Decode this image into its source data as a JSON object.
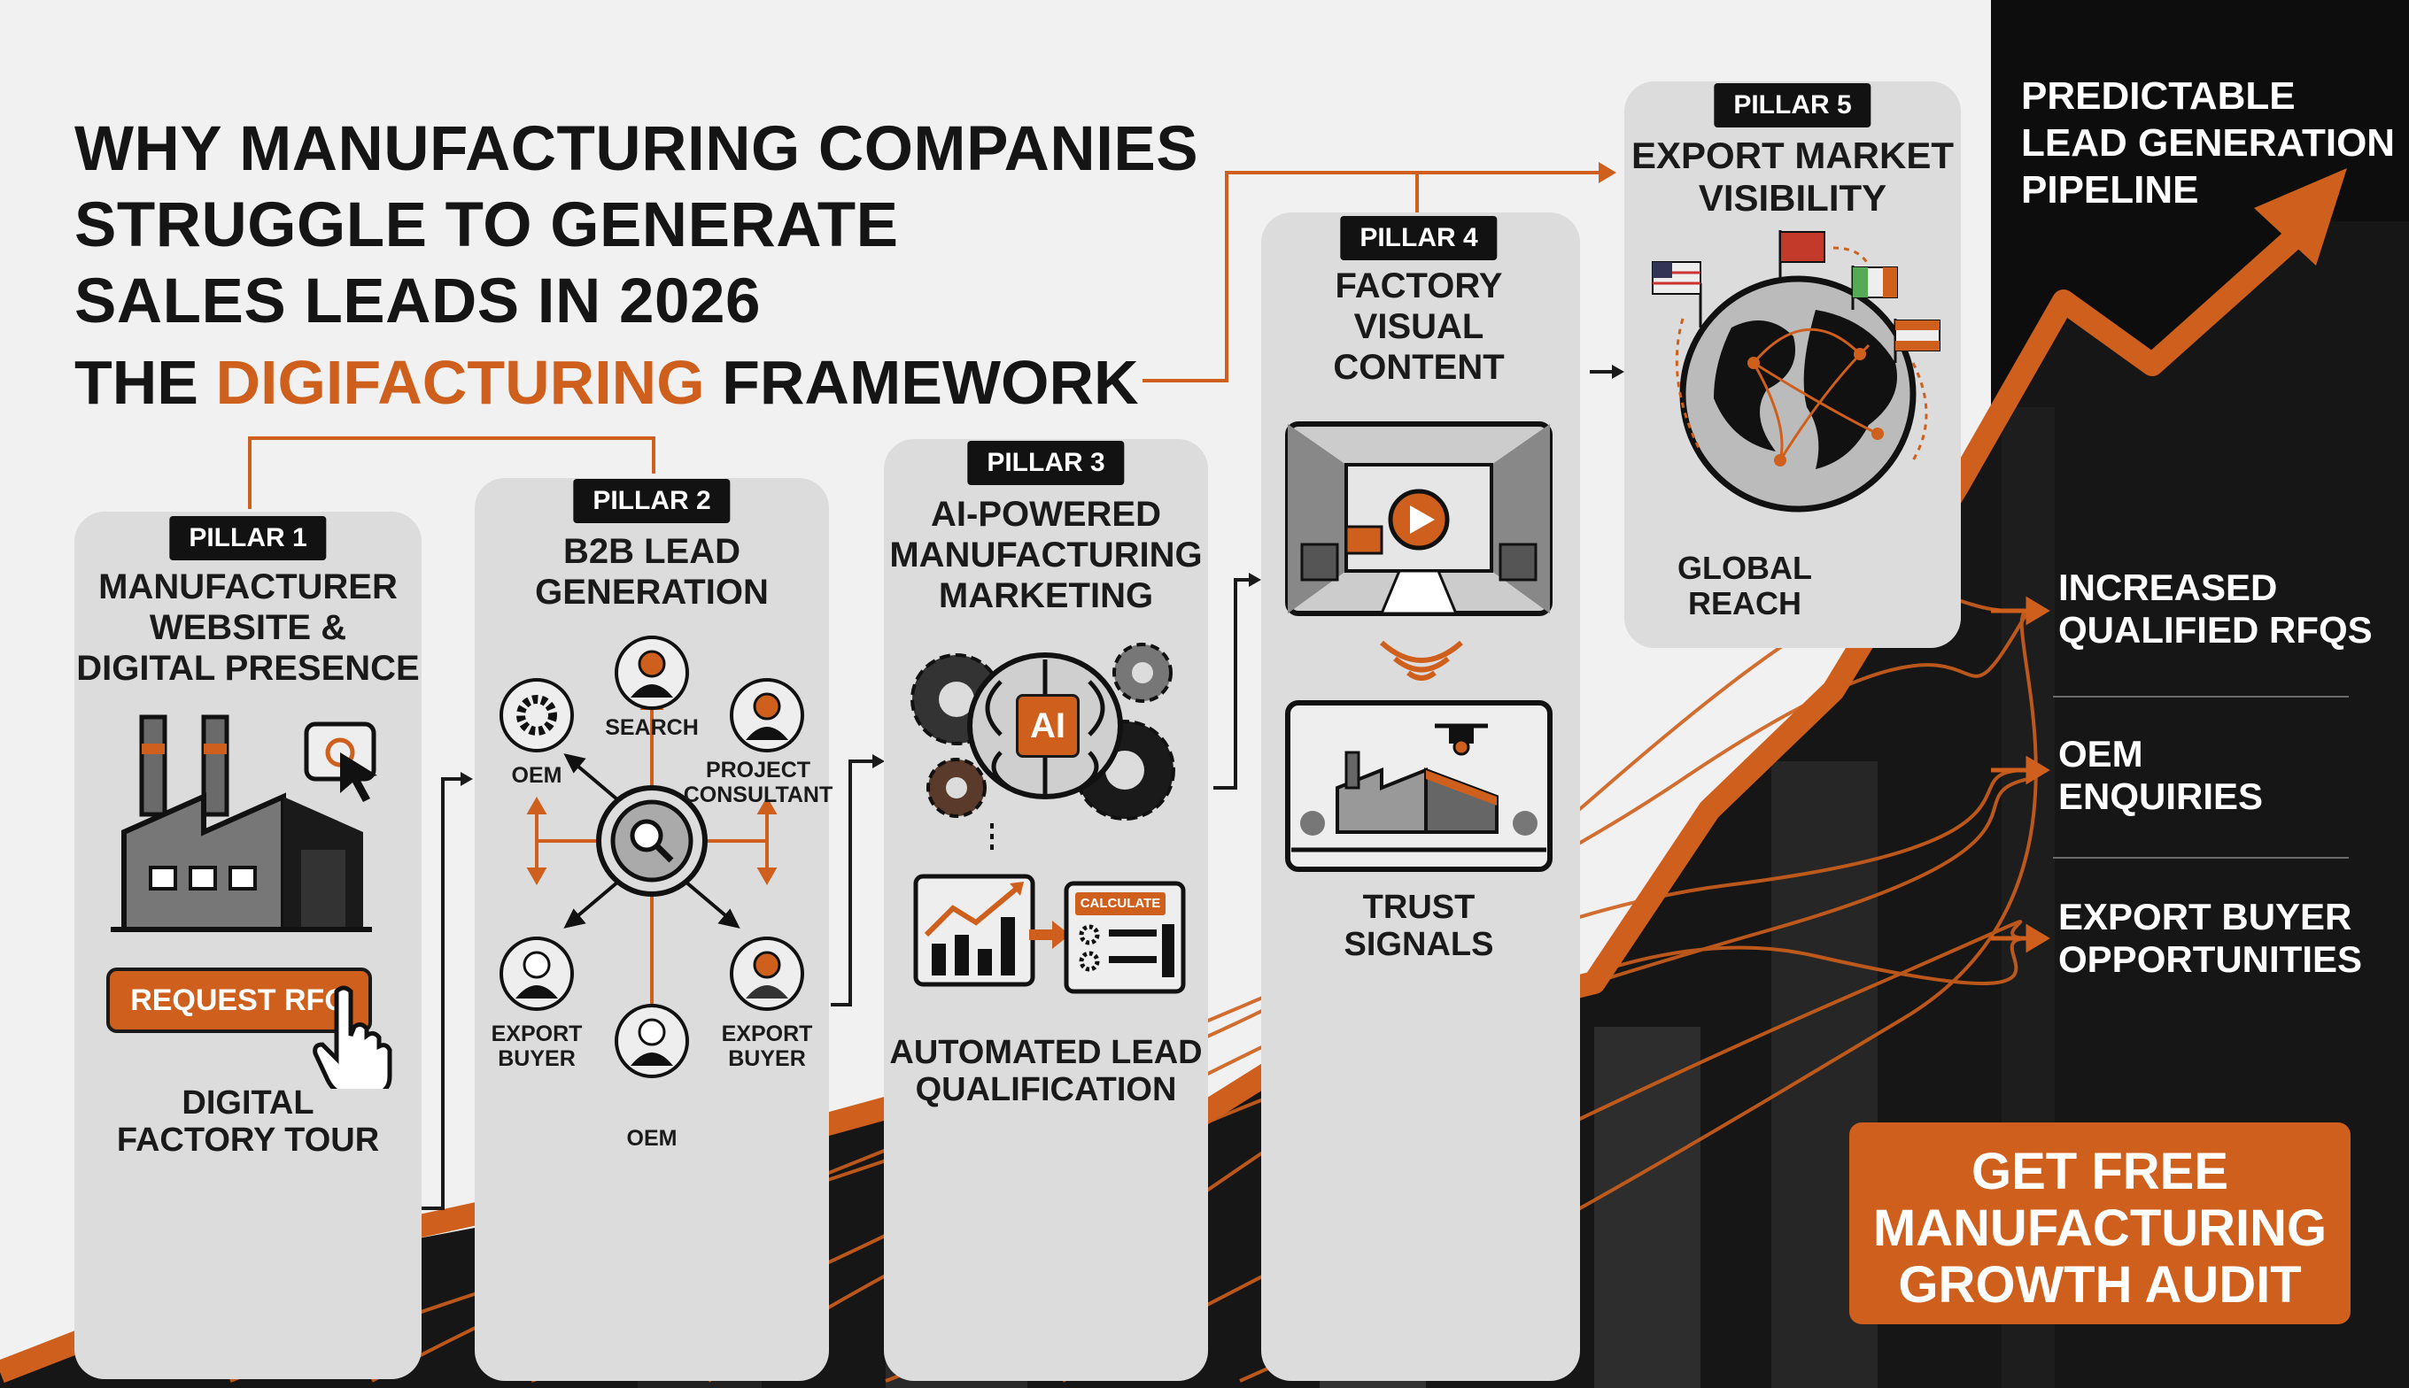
{
  "header": {
    "title_lines": [
      "WHY MANUFACTURING COMPANIES",
      "STRUGGLE TO GENERATE",
      "SALES LEADS IN 2026"
    ],
    "framework_pre": "THE ",
    "framework_accent": "DIGIFACTURING",
    "framework_post": " FRAMEWORK"
  },
  "pillars": [
    {
      "badge": "PILLAR 1",
      "title_lines": [
        "MANUFACTURER",
        "WEBSITE &",
        "DIGITAL PRESENCE"
      ],
      "button": "REQUEST RFQ",
      "footer_lines": [
        "DIGITAL",
        "FACTORY TOUR"
      ]
    },
    {
      "badge": "PILLAR 2",
      "title_lines": [
        "B2B LEAD",
        "GENERATION"
      ],
      "nodes": {
        "top": "SEARCH",
        "top_left": "OEM",
        "top_right_lines": [
          "PROJECT",
          "CONSULTANT"
        ],
        "bottom_left_lines": [
          "EXPORT",
          "BUYER"
        ],
        "bottom_right_lines": [
          "EXPORT",
          "BUYER"
        ],
        "bottom": "OEM"
      }
    },
    {
      "badge": "PILLAR 3",
      "title_lines": [
        "AI-POWERED",
        "MANUFACTURING",
        "MARKETING"
      ],
      "ai_label": "AI",
      "calc_label": "CALCULATE",
      "footer_lines": [
        "AUTOMATED LEAD",
        "QUALIFICATION"
      ]
    },
    {
      "badge": "PILLAR 4",
      "title_lines": [
        "FACTORY",
        "VISUAL",
        "CONTENT"
      ],
      "footer_lines": [
        "TRUST",
        "SIGNALS"
      ]
    },
    {
      "badge": "PILLAR 5",
      "title_lines": [
        "EXPORT MARKET",
        "VISIBILITY"
      ],
      "footer_lines": [
        "GLOBAL",
        "REACH"
      ]
    }
  ],
  "outcomes": {
    "pipeline_lines": [
      "PREDICTABLE",
      "LEAD GENERATION",
      "PIPELINE"
    ],
    "items": [
      {
        "lines": [
          "INCREASED",
          "QUALIFIED RFQs"
        ]
      },
      {
        "lines": [
          "OEM",
          "ENQUIRIES"
        ]
      },
      {
        "lines": [
          "EXPORT BUYER",
          "OPPORTUNITIES"
        ]
      }
    ],
    "cta_lines": [
      "GET FREE",
      "MANUFACTURING",
      "GROWTH AUDIT"
    ]
  },
  "colors": {
    "accent": "#cf5f1c",
    "dark": "#111111",
    "card": "#dcdcdc",
    "background": "#f1f1f1"
  },
  "icons": [
    "factory-icon",
    "cursor-icon",
    "hand-pointer-icon",
    "magnifier-icon",
    "gear-icon",
    "person-icon",
    "brain-icon",
    "chart-icon",
    "play-icon",
    "drone-icon",
    "globe-icon",
    "flag-icon"
  ]
}
